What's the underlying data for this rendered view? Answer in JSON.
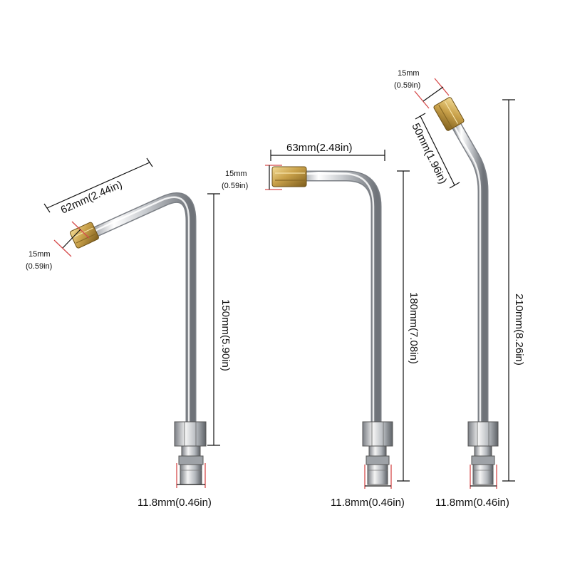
{
  "nozzle_small": {
    "bend_length": "62mm(2.44in)",
    "tip_mm": "15mm",
    "tip_in": "(0.59in)",
    "length": "150mm(5.90in)",
    "connector": "11.8mm(0.46in)"
  },
  "nozzle_medium": {
    "bend_length": "63mm(2.48in)",
    "tip_mm": "15mm",
    "tip_in": "(0.59in)",
    "length": "180mm(7.08in)",
    "connector": "11.8mm(0.46in)"
  },
  "nozzle_large": {
    "bend_length": "50mm(1.96in)",
    "tip_mm": "15mm",
    "tip_in": "(0.59in)",
    "length": "210mm(8.26in)",
    "connector": "11.8mm(0.46in)"
  },
  "colors": {
    "steel": "#c9ccd0",
    "brass": "#c9a14a",
    "dimension_line": "#111111",
    "marker_line": "#d64b4b"
  }
}
